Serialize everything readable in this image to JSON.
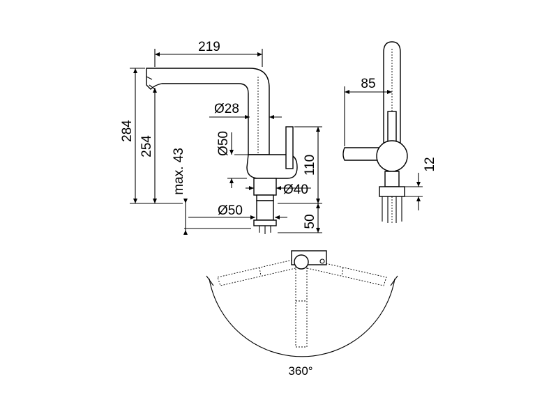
{
  "drawing": {
    "dimensions": {
      "spout_reach": "219",
      "total_height": "284",
      "outlet_height": "254",
      "max_thickness": "max. 43",
      "hose_diameter": "Ø28",
      "body_diameter": "Ø50",
      "body_height": "110",
      "base_diameter": "Ø40",
      "hole_diameter": "Ø50",
      "shank_length": "50",
      "lever_reach": "85",
      "lever_offset": "12"
    },
    "rotation_label": "360°"
  }
}
